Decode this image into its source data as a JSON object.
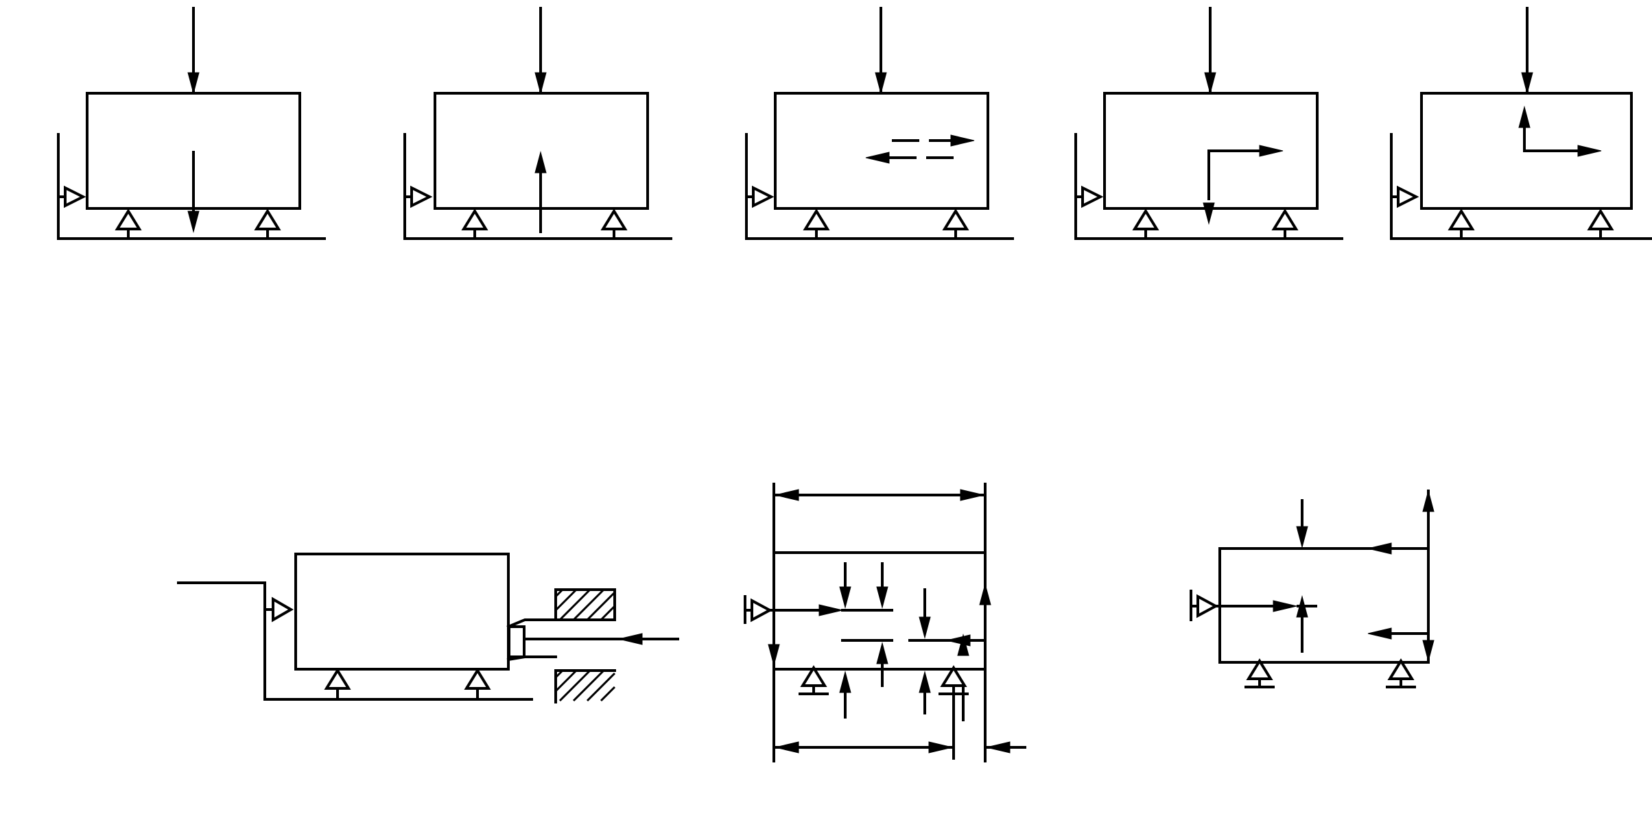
{
  "colors": {
    "ink": "#000000",
    "paper": "#ffffff"
  },
  "figures": [
    {
      "id": "top-1",
      "kind": "fixture-clamp-force-aligned"
    },
    {
      "id": "top-2",
      "kind": "fixture-clamp-force-opposed"
    },
    {
      "id": "top-3",
      "kind": "fixture-clamp-shear-forces"
    },
    {
      "id": "top-4",
      "kind": "fixture-clamp-force-corner-down"
    },
    {
      "id": "top-5",
      "kind": "fixture-clamp-force-corner-up"
    },
    {
      "id": "bottom-1",
      "kind": "fixture-with-bushing"
    },
    {
      "id": "bottom-2",
      "kind": "dimension-chain"
    },
    {
      "id": "bottom-3",
      "kind": "datum-dimensions"
    }
  ]
}
